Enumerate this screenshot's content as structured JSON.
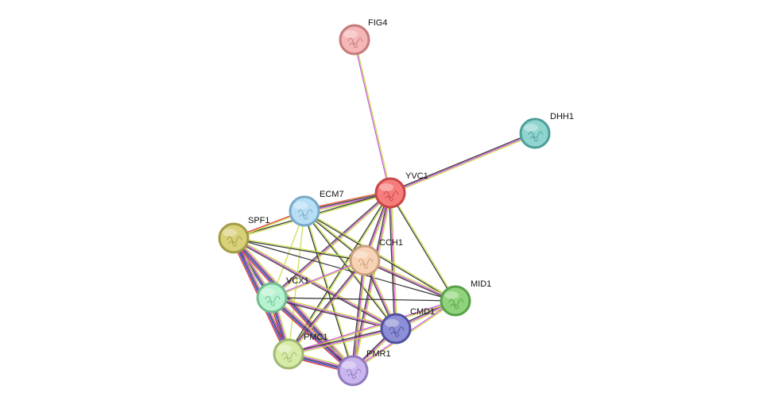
{
  "network": {
    "nodes": [
      {
        "id": "FIG4",
        "label": "FIG4",
        "color": "#f4b6b6",
        "border": "#c47a7a"
      },
      {
        "id": "DHH1",
        "label": "DHH1",
        "color": "#8fd4cf",
        "border": "#4f9e99"
      },
      {
        "id": "YVC1",
        "label": "YVC1",
        "color": "#f77c7c",
        "border": "#c84646"
      },
      {
        "id": "ECM7",
        "label": "ECM7",
        "color": "#b7def5",
        "border": "#78a9c8"
      },
      {
        "id": "SPF1",
        "label": "SPF1",
        "color": "#d9d07a",
        "border": "#a49b46"
      },
      {
        "id": "CCH1",
        "label": "CCH1",
        "color": "#f8d2b4",
        "border": "#c9a07d"
      },
      {
        "id": "VCX1",
        "label": "VCX1",
        "color": "#b6f3d0",
        "border": "#74bb93"
      },
      {
        "id": "MID1",
        "label": "MID1",
        "color": "#8fd47c",
        "border": "#5aa049"
      },
      {
        "id": "CMD1",
        "label": "CMD1",
        "color": "#8d8fd6",
        "border": "#4f519e"
      },
      {
        "id": "PMC1",
        "label": "PMC1",
        "color": "#d6eba6",
        "border": "#9fb872"
      },
      {
        "id": "PMR1",
        "label": "PMR1",
        "color": "#c9b6ef",
        "border": "#9079bd"
      }
    ],
    "edges": [
      {
        "source": "FIG4",
        "target": "YVC1",
        "colors": [
          "#c7e04a",
          "#d04fd9"
        ]
      },
      {
        "source": "DHH1",
        "target": "YVC1",
        "colors": [
          "#c7e04a",
          "#d04fd9",
          "#333333"
        ]
      },
      {
        "source": "YVC1",
        "target": "ECM7",
        "colors": [
          "#c7e04a",
          "#d04fd9",
          "#333333",
          "#e05a2a"
        ]
      },
      {
        "source": "YVC1",
        "target": "SPF1",
        "colors": [
          "#c7e04a",
          "#333333"
        ]
      },
      {
        "source": "YVC1",
        "target": "CCH1",
        "colors": [
          "#c7e04a",
          "#d04fd9",
          "#333333"
        ]
      },
      {
        "source": "YVC1",
        "target": "VCX1",
        "colors": [
          "#c7e04a",
          "#d04fd9",
          "#333333"
        ]
      },
      {
        "source": "YVC1",
        "target": "MID1",
        "colors": [
          "#c7e04a",
          "#333333"
        ]
      },
      {
        "source": "YVC1",
        "target": "CMD1",
        "colors": [
          "#c7e04a",
          "#d04fd9",
          "#333333"
        ]
      },
      {
        "source": "YVC1",
        "target": "PMC1",
        "colors": [
          "#c7e04a",
          "#333333"
        ]
      },
      {
        "source": "YVC1",
        "target": "PMR1",
        "colors": [
          "#c7e04a",
          "#d04fd9",
          "#333333"
        ]
      },
      {
        "source": "ECM7",
        "target": "SPF1",
        "colors": [
          "#c7e04a",
          "#e03030"
        ]
      },
      {
        "source": "ECM7",
        "target": "CCH1",
        "colors": [
          "#c7e04a",
          "#333333"
        ]
      },
      {
        "source": "ECM7",
        "target": "VCX1",
        "colors": [
          "#c7e04a"
        ]
      },
      {
        "source": "ECM7",
        "target": "MID1",
        "colors": [
          "#c7e04a",
          "#333333"
        ]
      },
      {
        "source": "ECM7",
        "target": "CMD1",
        "colors": [
          "#c7e04a",
          "#333333"
        ]
      },
      {
        "source": "ECM7",
        "target": "PMC1",
        "colors": [
          "#c7e04a"
        ]
      },
      {
        "source": "ECM7",
        "target": "PMR1",
        "colors": [
          "#c7e04a",
          "#333333"
        ]
      },
      {
        "source": "SPF1",
        "target": "CCH1",
        "colors": [
          "#c7e04a",
          "#333333"
        ]
      },
      {
        "source": "SPF1",
        "target": "VCX1",
        "colors": [
          "#c7e04a",
          "#d04fd9",
          "#333333",
          "#3344dd"
        ]
      },
      {
        "source": "SPF1",
        "target": "MID1",
        "colors": [
          "#333333"
        ]
      },
      {
        "source": "SPF1",
        "target": "CMD1",
        "colors": [
          "#c7e04a",
          "#d04fd9",
          "#333333"
        ]
      },
      {
        "source": "SPF1",
        "target": "PMC1",
        "colors": [
          "#c7e04a",
          "#d04fd9",
          "#333333",
          "#3344dd",
          "#e03030"
        ]
      },
      {
        "source": "SPF1",
        "target": "PMR1",
        "colors": [
          "#c7e04a",
          "#d04fd9",
          "#333333",
          "#3344dd",
          "#e03030"
        ]
      },
      {
        "source": "CCH1",
        "target": "VCX1",
        "colors": [
          "#c7e04a",
          "#d04fd9"
        ]
      },
      {
        "source": "CCH1",
        "target": "MID1",
        "colors": [
          "#c7e04a",
          "#d04fd9",
          "#333333"
        ]
      },
      {
        "source": "CCH1",
        "target": "CMD1",
        "colors": [
          "#c7e04a",
          "#d04fd9",
          "#333333"
        ]
      },
      {
        "source": "CCH1",
        "target": "PMC1",
        "colors": [
          "#c7e04a",
          "#d04fd9",
          "#333333"
        ]
      },
      {
        "source": "CCH1",
        "target": "PMR1",
        "colors": [
          "#c7e04a",
          "#d04fd9",
          "#333333"
        ]
      },
      {
        "source": "VCX1",
        "target": "MID1",
        "colors": [
          "#333333"
        ]
      },
      {
        "source": "VCX1",
        "target": "CMD1",
        "colors": [
          "#c7e04a",
          "#d04fd9",
          "#333333"
        ]
      },
      {
        "source": "VCX1",
        "target": "PMC1",
        "colors": [
          "#c7e04a",
          "#d04fd9",
          "#333333",
          "#3344dd",
          "#e03030"
        ]
      },
      {
        "source": "VCX1",
        "target": "PMR1",
        "colors": [
          "#c7e04a",
          "#d04fd9",
          "#333333",
          "#3344dd",
          "#e03030"
        ]
      },
      {
        "source": "MID1",
        "target": "CMD1",
        "colors": [
          "#c7e04a",
          "#d04fd9",
          "#333333"
        ]
      },
      {
        "source": "MID1",
        "target": "PMC1",
        "colors": [
          "#c7e04a",
          "#d04fd9"
        ]
      },
      {
        "source": "MID1",
        "target": "PMR1",
        "colors": [
          "#c7e04a",
          "#d04fd9"
        ]
      },
      {
        "source": "CMD1",
        "target": "PMC1",
        "colors": [
          "#c7e04a",
          "#d04fd9",
          "#333333"
        ]
      },
      {
        "source": "CMD1",
        "target": "PMR1",
        "colors": [
          "#c7e04a",
          "#d04fd9",
          "#333333"
        ]
      },
      {
        "source": "PMC1",
        "target": "PMR1",
        "colors": [
          "#c7e04a",
          "#d04fd9",
          "#333333",
          "#3344dd",
          "#e03030"
        ]
      }
    ]
  }
}
